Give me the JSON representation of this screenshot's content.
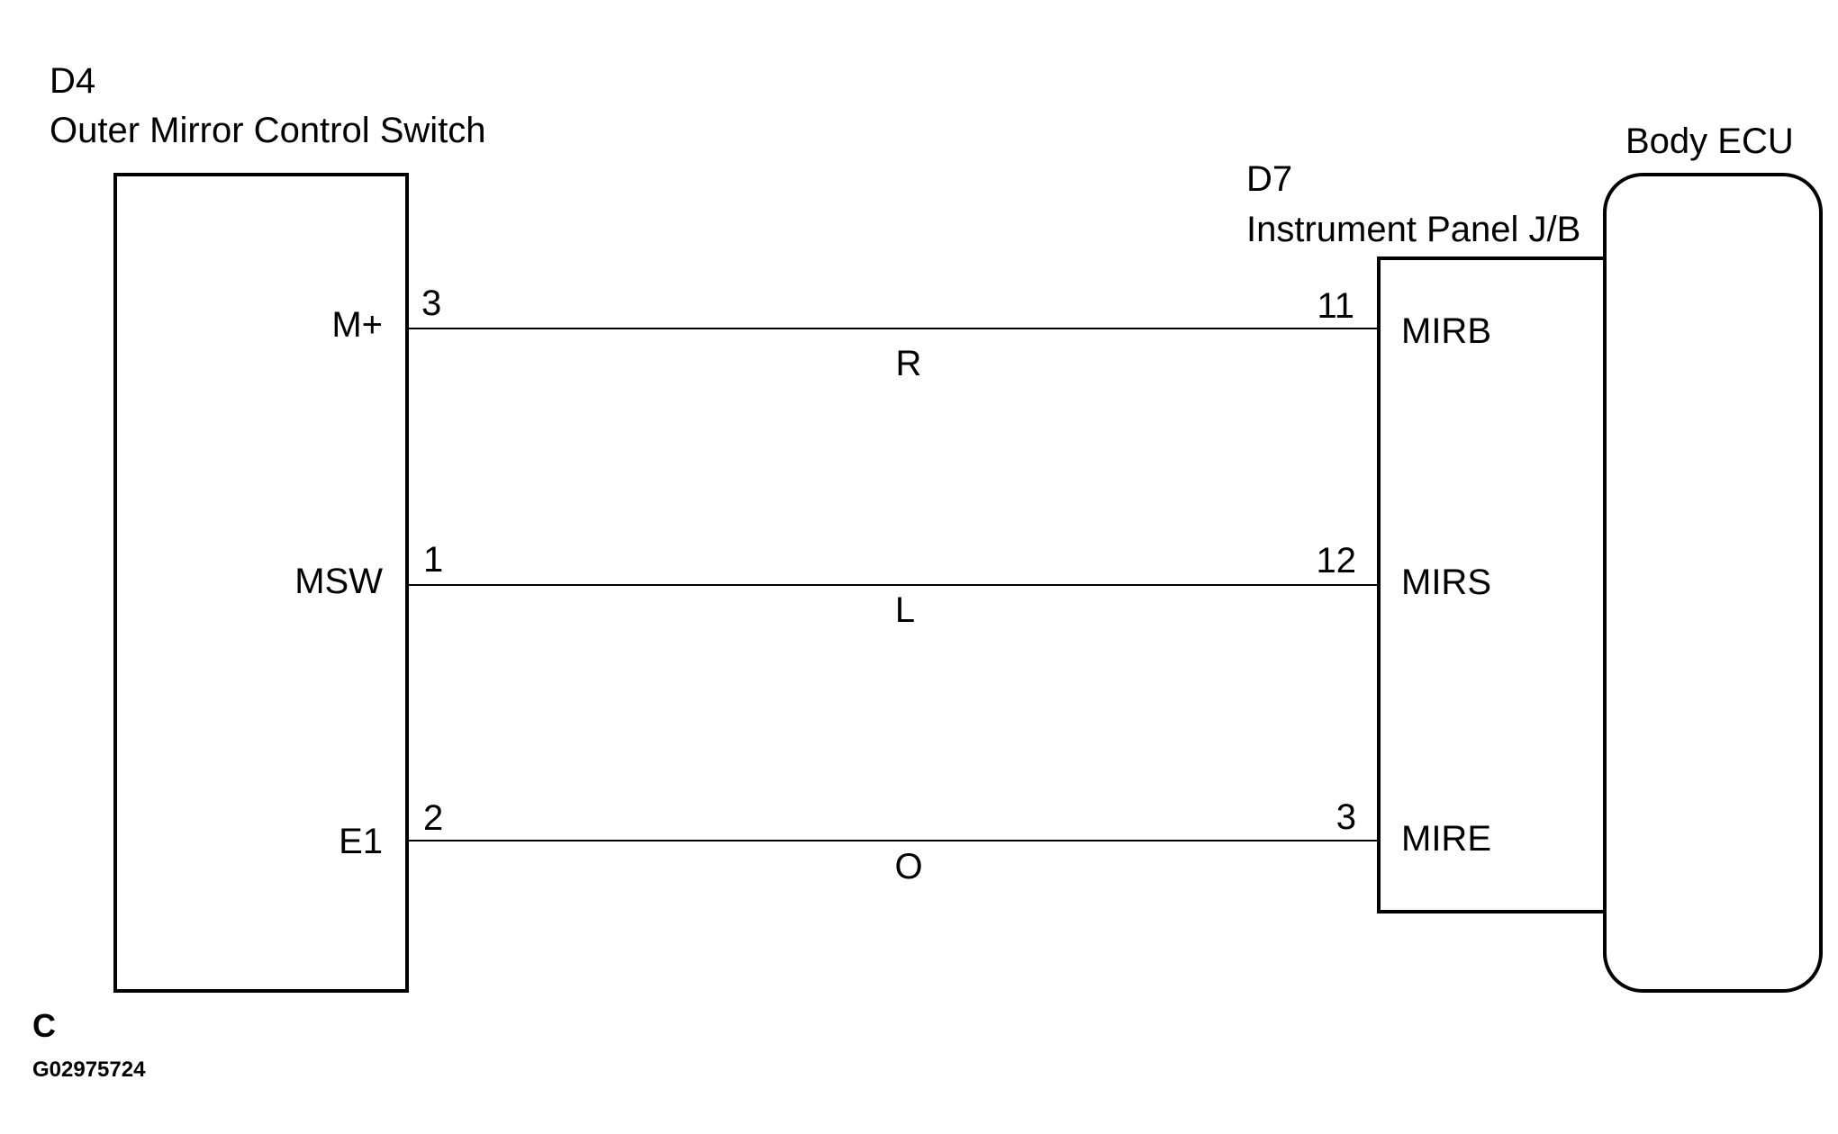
{
  "components": {
    "switch": {
      "code": "D4",
      "name": "Outer Mirror Control Switch"
    },
    "junction": {
      "code": "D7",
      "name": "Instrument Panel J/B"
    },
    "ecu": {
      "name": "Body ECU"
    }
  },
  "wires": [
    {
      "left_signal": "M+",
      "left_pin": "3",
      "color_code": "R",
      "right_pin": "11",
      "right_signal": "MIRB"
    },
    {
      "left_signal": "MSW",
      "left_pin": "1",
      "color_code": "L",
      "right_pin": "12",
      "right_signal": "MIRS"
    },
    {
      "left_signal": "E1",
      "left_pin": "2",
      "color_code": "O",
      "right_pin": "3",
      "right_signal": "MIRE"
    }
  ],
  "footer": {
    "condition_label": "C",
    "figure_code": "G02975724"
  }
}
